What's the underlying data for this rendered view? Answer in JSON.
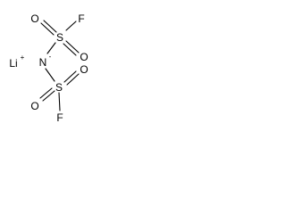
{
  "molecule": {
    "counter_ion": {
      "symbol": "Li",
      "charge": "+"
    },
    "nitrogen": {
      "symbol": "N",
      "charge": "-"
    },
    "sulfonyl_top": {
      "sulfur": "S",
      "fluorine": "F",
      "oxygen_left": "O",
      "oxygen_right": "O"
    },
    "sulfonyl_bottom": {
      "sulfur": "S",
      "fluorine": "F",
      "oxygen_left": "O",
      "oxygen_right": "O"
    }
  },
  "colors": {
    "ink": "#000000",
    "background": "#ffffff"
  }
}
